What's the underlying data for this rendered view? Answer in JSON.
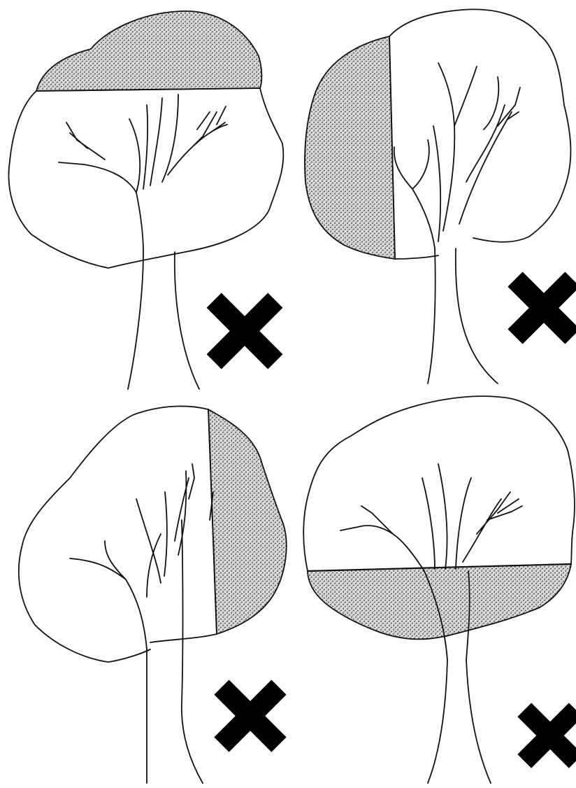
{
  "colors": {
    "ink": "#111111",
    "background": "#ffffff",
    "shade_dots": "#333333"
  },
  "panels": [
    {
      "position": "top-left",
      "removed_part": "top",
      "mark": "cross-icon"
    },
    {
      "position": "top-right",
      "removed_part": "left",
      "mark": "cross-icon"
    },
    {
      "position": "bottom-left",
      "removed_part": "right",
      "mark": "cross-icon"
    },
    {
      "position": "bottom-right",
      "removed_part": "bottom",
      "mark": "cross-icon"
    }
  ]
}
